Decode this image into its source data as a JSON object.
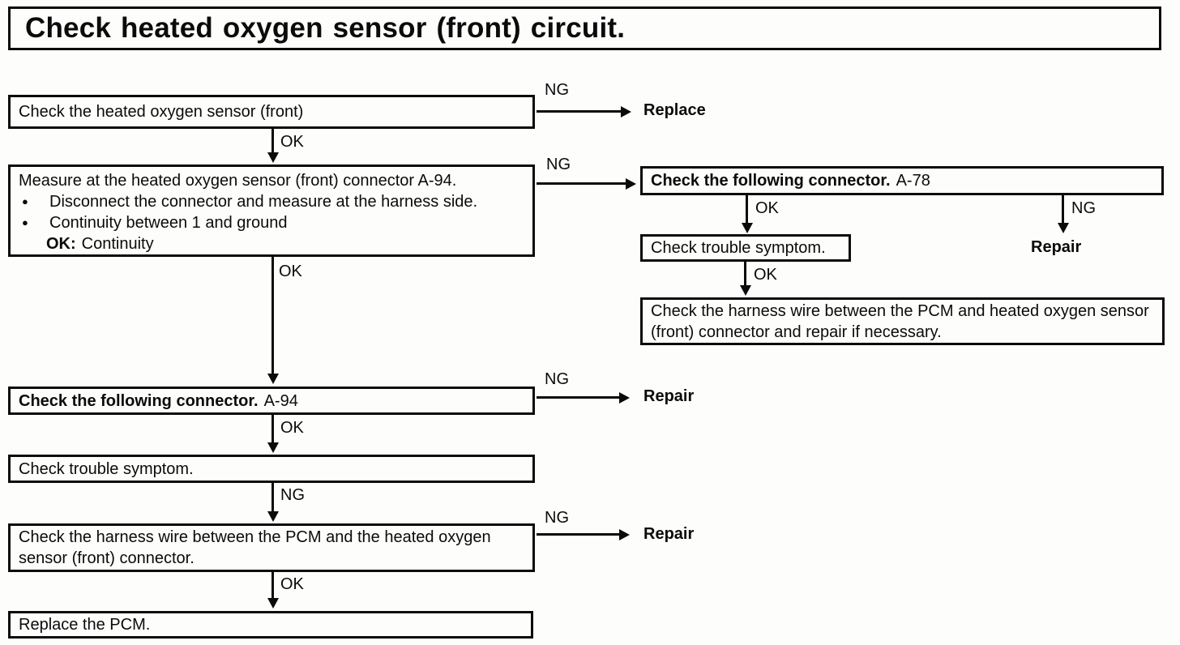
{
  "title": "Check heated oxygen sensor (front) circuit.",
  "edge_labels": {
    "ok": "OK",
    "ng": "NG"
  },
  "terminals": {
    "replace": "Replace",
    "repair": "Repair"
  },
  "bullet": "●",
  "left": {
    "step1": "Check the heated oxygen sensor (front)",
    "step2": {
      "heading": "Measure at the heated oxygen sensor (front) connector A-94.",
      "bullets": [
        "Disconnect the connector and measure at the harness side.",
        "Continuity between 1 and ground"
      ],
      "ok_label": "OK:",
      "ok_value": "Continuity"
    },
    "step3": {
      "bold": "Check the following connector.",
      "ref": "A-94"
    },
    "step4": "Check trouble symptom.",
    "step5": "Check the harness wire between the PCM and the heated oxygen sensor (front) connector.",
    "step6": "Replace the PCM."
  },
  "right": {
    "step1": {
      "bold": "Check the following connector.",
      "ref": "A-78"
    },
    "step2": "Check trouble symptom.",
    "step3": "Check the harness wire between the PCM and heated oxygen sensor (front) connector and repair if necessary."
  }
}
